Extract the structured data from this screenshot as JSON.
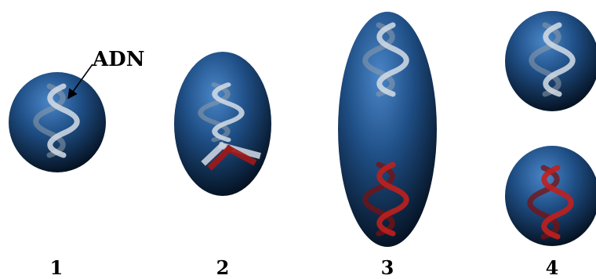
{
  "dna_label": "ADN",
  "steps": [
    {
      "number": "1"
    },
    {
      "number": "2"
    },
    {
      "number": "3"
    },
    {
      "number": "4"
    }
  ],
  "colors": {
    "cell_highlight": "#4a86c8",
    "cell_mid": "#1f4f86",
    "cell_dark": "#04101f",
    "dna_original": "#c9d2dc",
    "dna_copy": "#b81a1a",
    "background": "#ffffff"
  }
}
